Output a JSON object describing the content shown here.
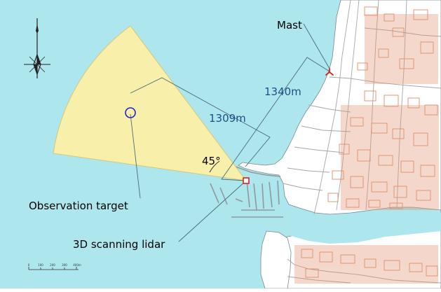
{
  "map": {
    "labels": {
      "mast": "Mast",
      "distance_mast": "1340m",
      "distance_target": "1309m",
      "angle": "45°",
      "observation_target": "Observation target",
      "lidar": "3D scanning lidar"
    },
    "scale_bar": {
      "ticks": [
        "0",
        "100",
        "200",
        "300",
        "400m"
      ]
    },
    "colors": {
      "sea": "#aee6ee",
      "land": "#ffffff",
      "sector_fill": "#f8f0aa",
      "sector_stroke": "#d8c870",
      "callout_line": "#4d6a78",
      "distance_text": "#1d4f86",
      "label_text": "#000000",
      "target_circle": "#1c24c8",
      "lidar_marker": "#e02020",
      "mast_marker": "#e02020",
      "roads": "#a6a6a6",
      "buildings": "#e0906a"
    },
    "icons": {
      "north_arrow": "compass-rose-icon",
      "mast": "mast-icon",
      "lidar": "lidar-marker-icon",
      "target": "target-circle-icon"
    }
  }
}
